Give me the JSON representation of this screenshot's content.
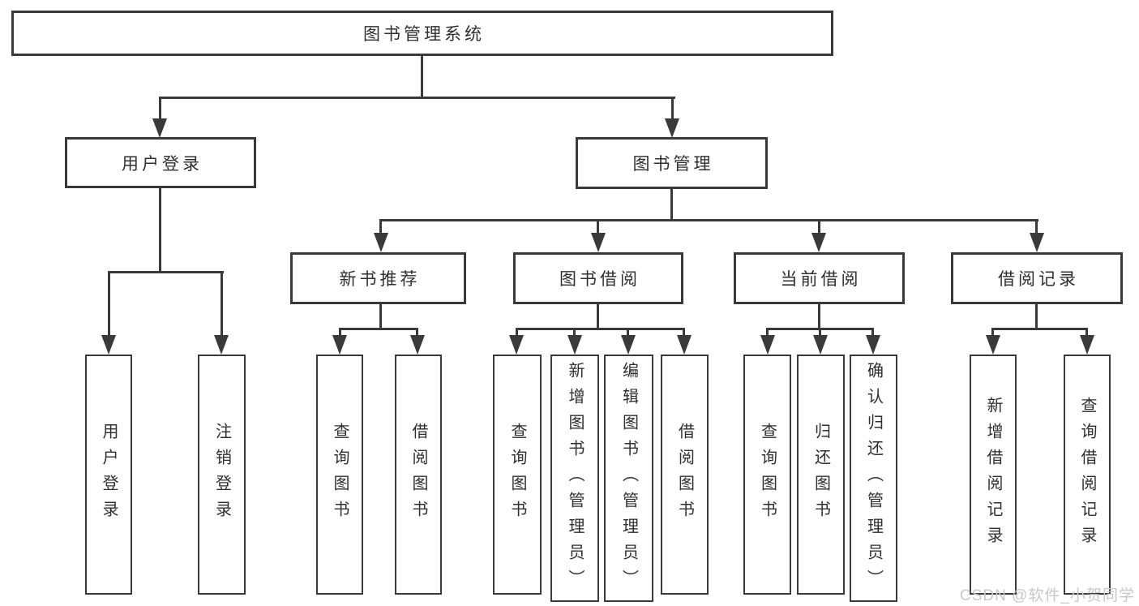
{
  "colors": {
    "line": "#3a3a3a",
    "text": "#2f2f2f",
    "background": "#ffffff",
    "watermark": "#c8c8c8"
  },
  "tree": {
    "root": "图书管理系统",
    "branches": [
      {
        "label": "用户登录",
        "children": [
          {
            "label": "用户登录"
          },
          {
            "label": "注销登录"
          }
        ]
      },
      {
        "label": "图书管理",
        "children": [
          {
            "label": "新书推荐",
            "children": [
              {
                "label": "查询图书"
              },
              {
                "label": "借阅图书"
              }
            ]
          },
          {
            "label": "图书借阅",
            "children": [
              {
                "label": "查询图书"
              },
              {
                "label": "新增图书（管理员）"
              },
              {
                "label": "编辑图书（管理员）"
              },
              {
                "label": "借阅图书"
              }
            ]
          },
          {
            "label": "当前借阅",
            "children": [
              {
                "label": "查询图书"
              },
              {
                "label": "归还图书"
              },
              {
                "label": "确认归还（管理员）"
              }
            ]
          },
          {
            "label": "借阅记录",
            "children": [
              {
                "label": "新增借阅记录"
              },
              {
                "label": "查询借阅记录"
              }
            ]
          }
        ]
      }
    ]
  },
  "watermark": {
    "text": "CSDN @软件_小贺同学"
  }
}
